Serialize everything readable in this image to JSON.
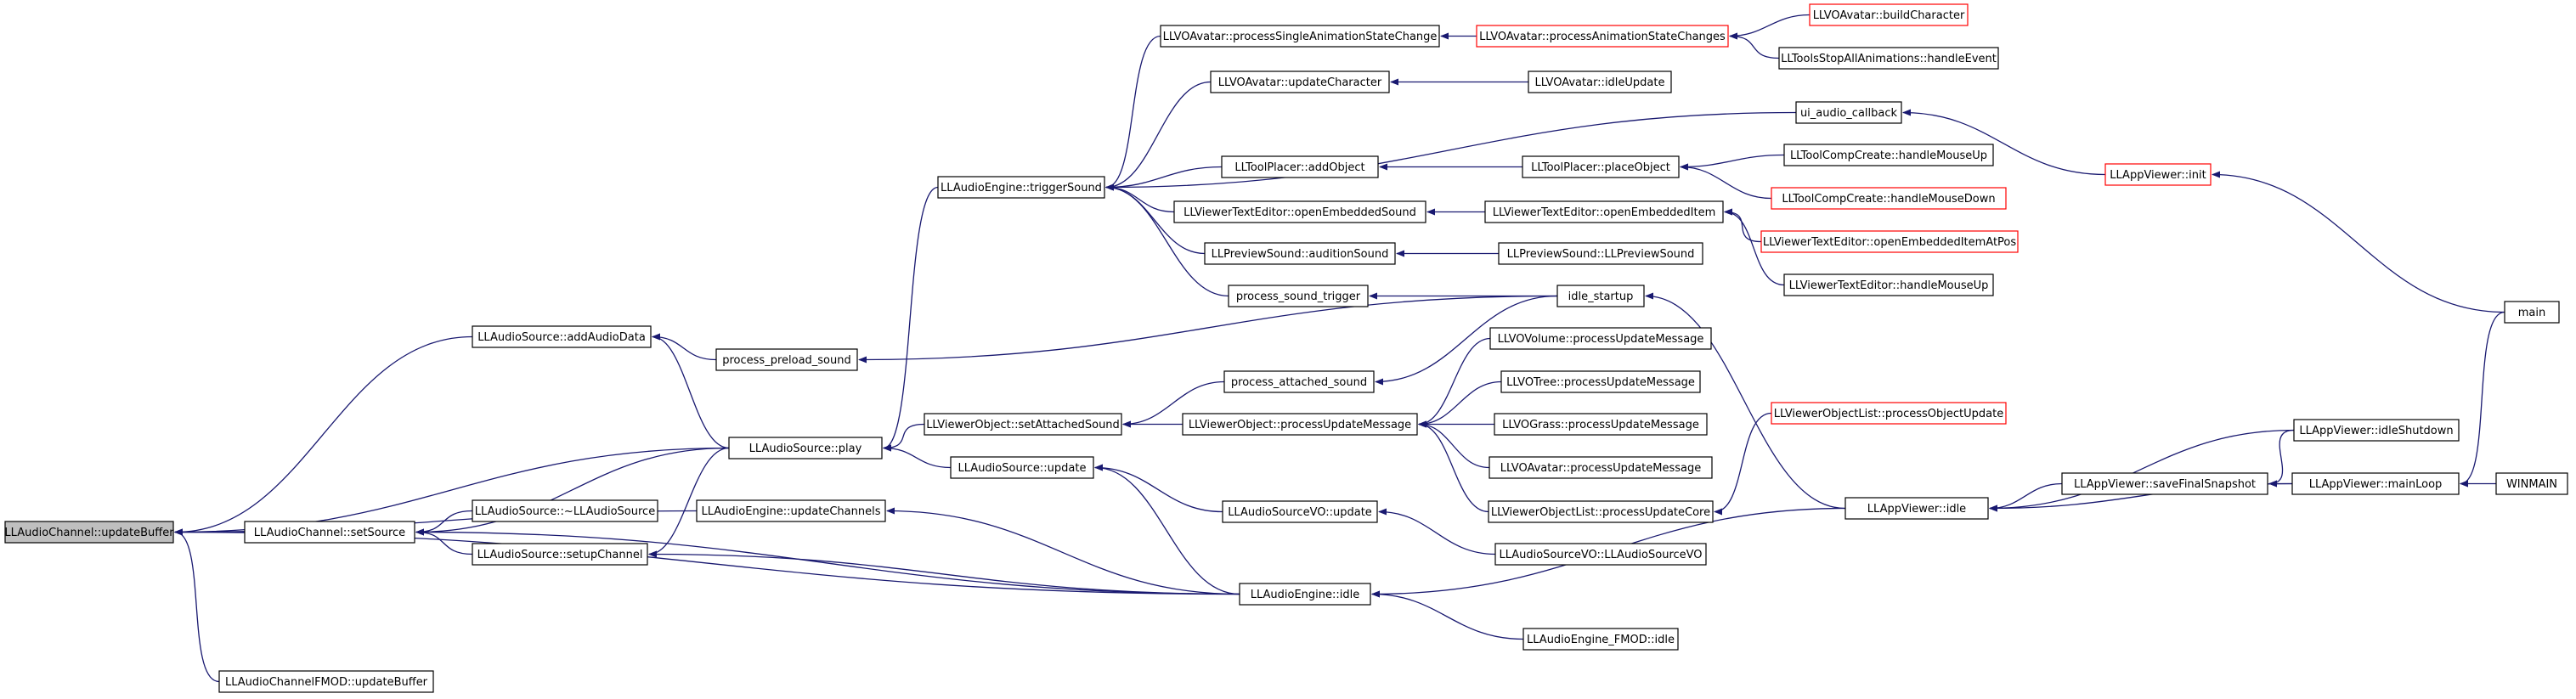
{
  "colors": {
    "edge": "#191970",
    "border_default": "#000000",
    "border_truncated": "#ff0000",
    "fill_root": "#bfbfbf",
    "fill_default": "#ffffff"
  },
  "nodes": [
    {
      "id": "n1",
      "label": "LLAudioChannel::updateBuffer",
      "style": "root"
    },
    {
      "id": "n2",
      "label": "LLAudioChannelFMOD::updateBuffer",
      "style": "normal"
    },
    {
      "id": "n3",
      "label": "LLAudioChannel::setSource",
      "style": "normal"
    },
    {
      "id": "n4",
      "label": "LLAudioSource::addAudioData",
      "style": "normal"
    },
    {
      "id": "n5",
      "label": "LLAudioSource::play",
      "style": "normal"
    },
    {
      "id": "n6",
      "label": "LLAudioEngine::updateChannels",
      "style": "normal"
    },
    {
      "id": "n7",
      "label": "LLAudioEngine::idle",
      "style": "normal"
    },
    {
      "id": "n8",
      "label": "LLAudioSource::~LLAudioSource",
      "style": "normal"
    },
    {
      "id": "n9",
      "label": "LLAudioSource::setupChannel",
      "style": "normal"
    },
    {
      "id": "n10",
      "label": "process_preload_sound",
      "style": "normal"
    },
    {
      "id": "n11",
      "label": "LLAudioEngine::triggerSound",
      "style": "normal"
    },
    {
      "id": "n12",
      "label": "LLViewerObject::setAttachedSound",
      "style": "normal"
    },
    {
      "id": "n13",
      "label": "LLAudioSource::update",
      "style": "normal"
    },
    {
      "id": "n14",
      "label": "LLVOAvatar::processSingleAnimationStateChange",
      "style": "normal"
    },
    {
      "id": "n15",
      "label": "LLVOAvatar::updateCharacter",
      "style": "normal"
    },
    {
      "id": "n16",
      "label": "LLToolPlacer::addObject",
      "style": "normal"
    },
    {
      "id": "n17",
      "label": "LLViewerTextEditor::openEmbeddedSound",
      "style": "normal"
    },
    {
      "id": "n18",
      "label": "LLPreviewSound::auditionSound",
      "style": "normal"
    },
    {
      "id": "n19",
      "label": "process_sound_trigger",
      "style": "normal"
    },
    {
      "id": "n20",
      "label": "process_attached_sound",
      "style": "normal"
    },
    {
      "id": "n21",
      "label": "LLViewerObject::processUpdateMessage",
      "style": "normal"
    },
    {
      "id": "n22",
      "label": "LLAudioSourceVO::update",
      "style": "normal"
    },
    {
      "id": "n23",
      "label": "LLVOAvatar::processAnimationStateChanges",
      "style": "truncated"
    },
    {
      "id": "n24",
      "label": "LLVOAvatar::idleUpdate",
      "style": "normal"
    },
    {
      "id": "n25",
      "label": "LLToolPlacer::placeObject",
      "style": "normal"
    },
    {
      "id": "n26",
      "label": "LLViewerTextEditor::openEmbeddedItem",
      "style": "normal"
    },
    {
      "id": "n27",
      "label": "LLPreviewSound::LLPreviewSound",
      "style": "normal"
    },
    {
      "id": "n28",
      "label": "idle_startup",
      "style": "normal"
    },
    {
      "id": "n29",
      "label": "LLVOVolume::processUpdateMessage",
      "style": "normal"
    },
    {
      "id": "n30",
      "label": "LLVOTree::processUpdateMessage",
      "style": "normal"
    },
    {
      "id": "n31",
      "label": "LLVOGrass::processUpdateMessage",
      "style": "normal"
    },
    {
      "id": "n32",
      "label": "LLVOAvatar::processUpdateMessage",
      "style": "normal"
    },
    {
      "id": "n33",
      "label": "LLViewerObjectList::processUpdateCore",
      "style": "normal"
    },
    {
      "id": "n34",
      "label": "LLAudioSourceVO::LLAudioSourceVO",
      "style": "normal"
    },
    {
      "id": "n35",
      "label": "LLAudioEngine_FMOD::idle",
      "style": "normal"
    },
    {
      "id": "n36",
      "label": "ui_audio_callback",
      "style": "normal"
    },
    {
      "id": "n37",
      "label": "LLVOAvatar::buildCharacter",
      "style": "truncated"
    },
    {
      "id": "n38",
      "label": "LLToolsStopAllAnimations::handleEvent",
      "style": "normal"
    },
    {
      "id": "n39",
      "label": "LLToolCompCreate::handleMouseUp",
      "style": "normal"
    },
    {
      "id": "n40",
      "label": "LLToolCompCreate::handleMouseDown",
      "style": "truncated"
    },
    {
      "id": "n41",
      "label": "LLViewerTextEditor::openEmbeddedItemAtPos",
      "style": "truncated"
    },
    {
      "id": "n42",
      "label": "LLViewerTextEditor::handleMouseUp",
      "style": "normal"
    },
    {
      "id": "n43",
      "label": "LLViewerObjectList::processObjectUpdate",
      "style": "truncated"
    },
    {
      "id": "n44",
      "label": "LLAppViewer::idle",
      "style": "normal"
    },
    {
      "id": "n45",
      "label": "LLAppViewer::saveFinalSnapshot",
      "style": "normal"
    },
    {
      "id": "n46",
      "label": "LLAppViewer::idleShutdown",
      "style": "normal"
    },
    {
      "id": "n47",
      "label": "LLAppViewer::mainLoop",
      "style": "normal"
    },
    {
      "id": "n48",
      "label": "LLAppViewer::init",
      "style": "truncated"
    },
    {
      "id": "n49",
      "label": "main",
      "style": "normal"
    },
    {
      "id": "n50",
      "label": "WINMAIN",
      "style": "normal"
    }
  ],
  "edges": [
    {
      "from": "n1",
      "to": "n2"
    },
    {
      "from": "n1",
      "to": "n3"
    },
    {
      "from": "n1",
      "to": "n4"
    },
    {
      "from": "n1",
      "to": "n5"
    },
    {
      "from": "n1",
      "to": "n6"
    },
    {
      "from": "n1",
      "to": "n7"
    },
    {
      "from": "n3",
      "to": "n5"
    },
    {
      "from": "n3",
      "to": "n8"
    },
    {
      "from": "n3",
      "to": "n9"
    },
    {
      "from": "n3",
      "to": "n7"
    },
    {
      "from": "n4",
      "to": "n10"
    },
    {
      "from": "n4",
      "to": "n5"
    },
    {
      "from": "n5",
      "to": "n11"
    },
    {
      "from": "n5",
      "to": "n12"
    },
    {
      "from": "n5",
      "to": "n13"
    },
    {
      "from": "n9",
      "to": "n5"
    },
    {
      "from": "n9",
      "to": "n7"
    },
    {
      "from": "n6",
      "to": "n7"
    },
    {
      "from": "n10",
      "to": "n28"
    },
    {
      "from": "n11",
      "to": "n14"
    },
    {
      "from": "n11",
      "to": "n15"
    },
    {
      "from": "n11",
      "to": "n36"
    },
    {
      "from": "n11",
      "to": "n16"
    },
    {
      "from": "n11",
      "to": "n17"
    },
    {
      "from": "n11",
      "to": "n18"
    },
    {
      "from": "n11",
      "to": "n19"
    },
    {
      "from": "n12",
      "to": "n20"
    },
    {
      "from": "n12",
      "to": "n21"
    },
    {
      "from": "n13",
      "to": "n22"
    },
    {
      "from": "n13",
      "to": "n7"
    },
    {
      "from": "n14",
      "to": "n23"
    },
    {
      "from": "n15",
      "to": "n24"
    },
    {
      "from": "n16",
      "to": "n25"
    },
    {
      "from": "n17",
      "to": "n26"
    },
    {
      "from": "n18",
      "to": "n27"
    },
    {
      "from": "n19",
      "to": "n28"
    },
    {
      "from": "n20",
      "to": "n28"
    },
    {
      "from": "n21",
      "to": "n29"
    },
    {
      "from": "n21",
      "to": "n30"
    },
    {
      "from": "n21",
      "to": "n31"
    },
    {
      "from": "n21",
      "to": "n32"
    },
    {
      "from": "n21",
      "to": "n33"
    },
    {
      "from": "n22",
      "to": "n34"
    },
    {
      "from": "n7",
      "to": "n35"
    },
    {
      "from": "n7",
      "to": "n44"
    },
    {
      "from": "n23",
      "to": "n37"
    },
    {
      "from": "n23",
      "to": "n38"
    },
    {
      "from": "n25",
      "to": "n39"
    },
    {
      "from": "n25",
      "to": "n40"
    },
    {
      "from": "n26",
      "to": "n41"
    },
    {
      "from": "n26",
      "to": "n42"
    },
    {
      "from": "n28",
      "to": "n44"
    },
    {
      "from": "n33",
      "to": "n43"
    },
    {
      "from": "n36",
      "to": "n48"
    },
    {
      "from": "n44",
      "to": "n45"
    },
    {
      "from": "n44",
      "to": "n46"
    },
    {
      "from": "n44",
      "to": "n47"
    },
    {
      "from": "n45",
      "to": "n46"
    },
    {
      "from": "n45",
      "to": "n47"
    },
    {
      "from": "n47",
      "to": "n49"
    },
    {
      "from": "n47",
      "to": "n50"
    },
    {
      "from": "n48",
      "to": "n49"
    }
  ]
}
